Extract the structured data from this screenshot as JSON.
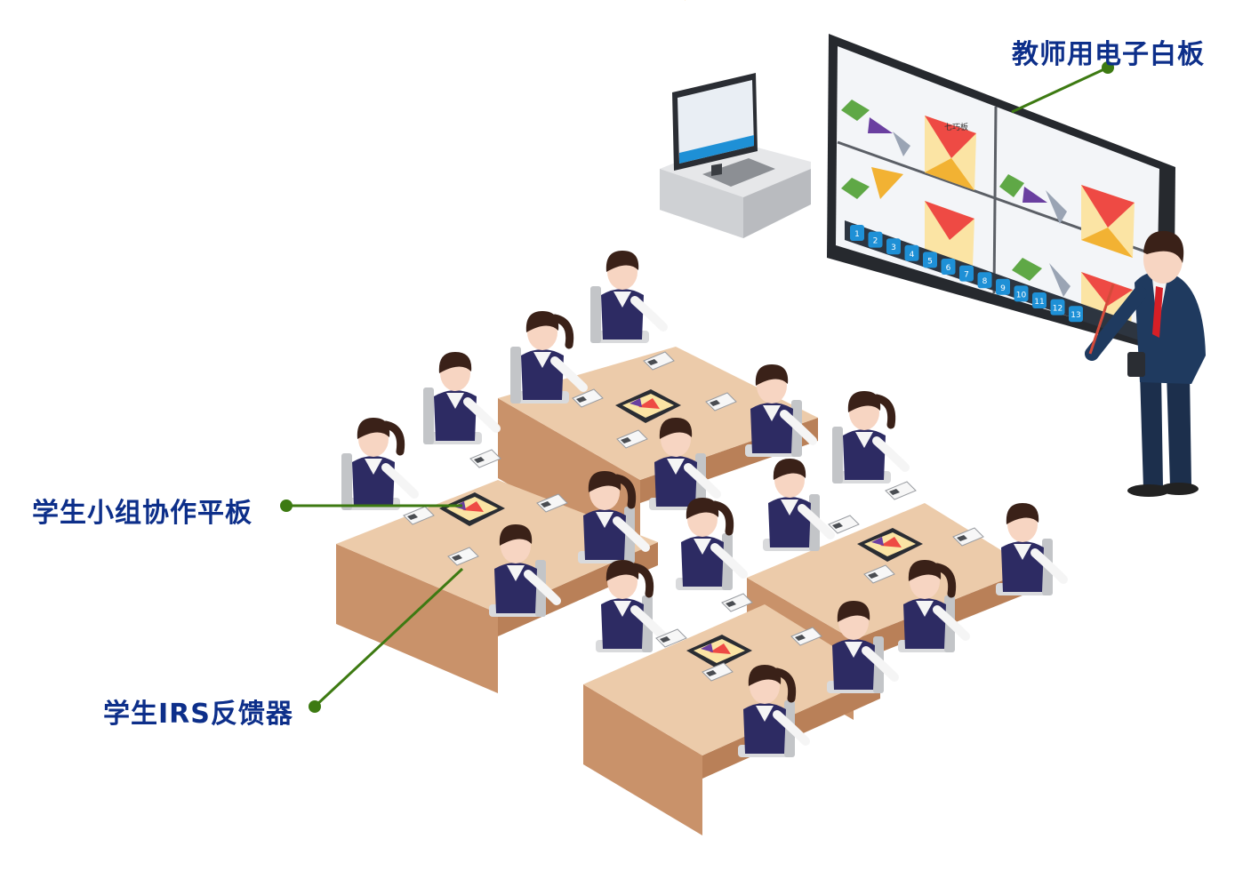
{
  "labels": {
    "board": "教师用电子白板",
    "tablet": "学生小组协作平板",
    "irs": "学生IRS反馈器"
  },
  "whiteboard": {
    "panel_title": "七巧板",
    "numbers": [
      "1",
      "2",
      "3",
      "4",
      "5",
      "6",
      "7",
      "8",
      "9",
      "10",
      "11",
      "12",
      "13"
    ]
  },
  "colors": {
    "label_text": "#0d2f8a",
    "callout_line": "#3d7a12",
    "uniform": "#2d2b63",
    "hair": "#3a2118",
    "skin": "#f7d5c2",
    "desk_top": "#eccbaa",
    "desk_side": "#c9926a",
    "chair": "#d9dadc",
    "teacher_jacket": "#1f3a5f",
    "teacher_tie": "#d61f26",
    "screen_button": "#1e90d6"
  }
}
